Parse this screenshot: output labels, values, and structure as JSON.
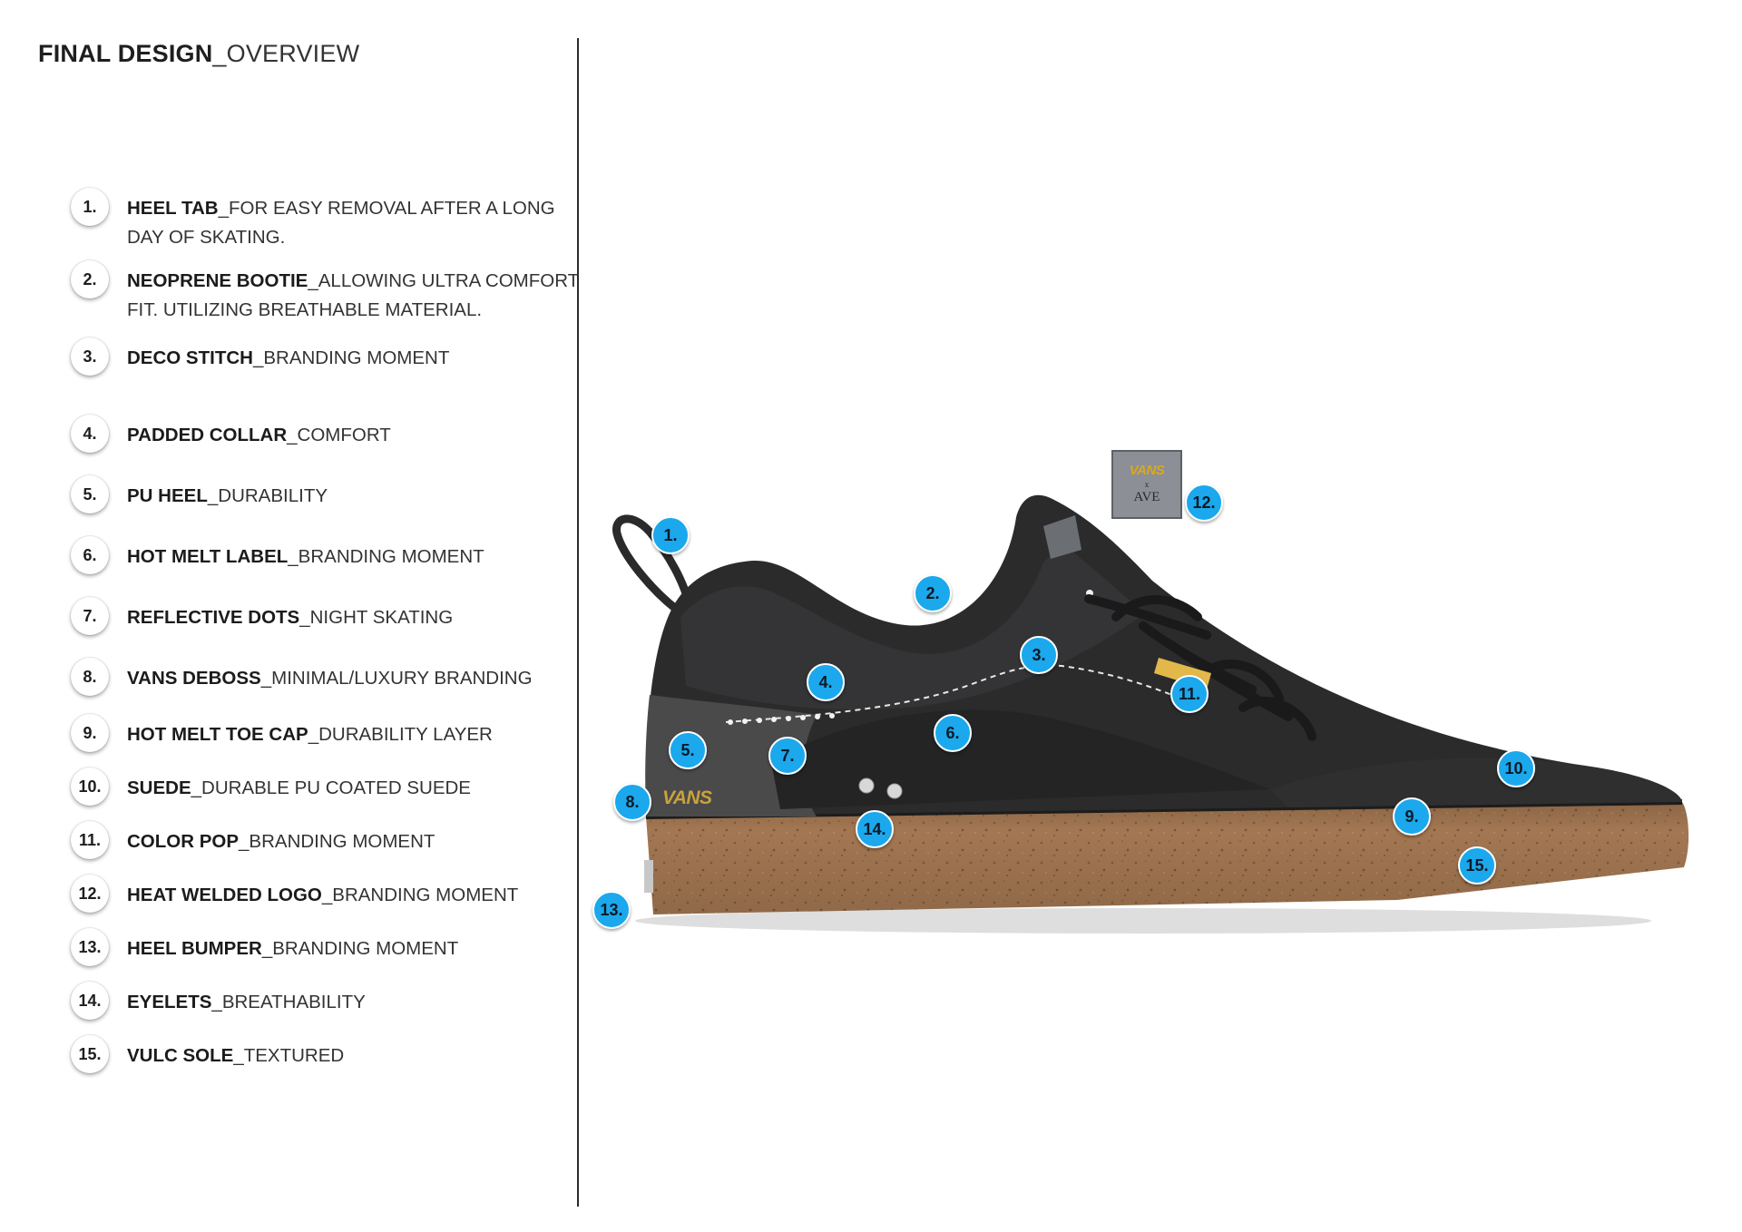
{
  "header": {
    "title_bold": "FINAL DESIGN",
    "title_light": "_OVERVIEW"
  },
  "features": [
    {
      "num": "1.",
      "title": "HEEL TAB",
      "desc": "_FOR EASY REMOVAL AFTER A LONG DAY OF SKATING."
    },
    {
      "num": "2.",
      "title": "NEOPRENE BOOTIE",
      "desc": "_ALLOWING ULTRA COMFORT FIT. UTILIZING BREATHABLE MATERIAL."
    },
    {
      "num": "3.",
      "title": "DECO STITCH",
      "desc": "_BRANDING MOMENT"
    },
    {
      "num": "4.",
      "title": "PADDED COLLAR",
      "desc": "_COMFORT"
    },
    {
      "num": "5.",
      "title": "PU HEEL",
      "desc": "_DURABILITY"
    },
    {
      "num": "6.",
      "title": "HOT MELT LABEL",
      "desc": "_BRANDING MOMENT"
    },
    {
      "num": "7.",
      "title": "REFLECTIVE DOTS",
      "desc": "_NIGHT SKATING"
    },
    {
      "num": "8.",
      "title": "VANS DEBOSS",
      "desc": "_MINIMAL/LUXURY BRANDING"
    },
    {
      "num": "9.",
      "title": "HOT MELT TOE CAP",
      "desc": "_DURABILITY LAYER"
    },
    {
      "num": "10.",
      "title": "SUEDE",
      "desc": "_DURABLE PU COATED SUEDE"
    },
    {
      "num": "11.",
      "title": "COLOR POP",
      "desc": "_BRANDING MOMENT"
    },
    {
      "num": "12.",
      "title": "HEAT WELDED LOGO",
      "desc": "_BRANDING MOMENT"
    },
    {
      "num": "13.",
      "title": "HEEL BUMPER",
      "desc": "_BRANDING MOMENT"
    },
    {
      "num": "14.",
      "title": "EYELETS",
      "desc": "_BREATHABILITY"
    },
    {
      "num": "15.",
      "title": "VULC SOLE",
      "desc": "_TEXTURED"
    }
  ],
  "callouts": {
    "c1": "1.",
    "c2": "2.",
    "c3": "3.",
    "c4": "4.",
    "c5": "5.",
    "c6": "6.",
    "c7": "7.",
    "c8": "8.",
    "c9": "9.",
    "c10": "10.",
    "c11": "11.",
    "c12": "12.",
    "c13": "13.",
    "c14": "14.",
    "c15": "15."
  },
  "logo_patch": {
    "brand": "VANS",
    "x": "x",
    "collab": "AVE"
  },
  "heel_branding": "VANS",
  "colors": {
    "callout_fill": "#1ba8ec",
    "upper": "#2b2b2c",
    "sole": "#a07450",
    "color_pop": "#e2b84a",
    "logo_gold": "#d9a91e"
  }
}
